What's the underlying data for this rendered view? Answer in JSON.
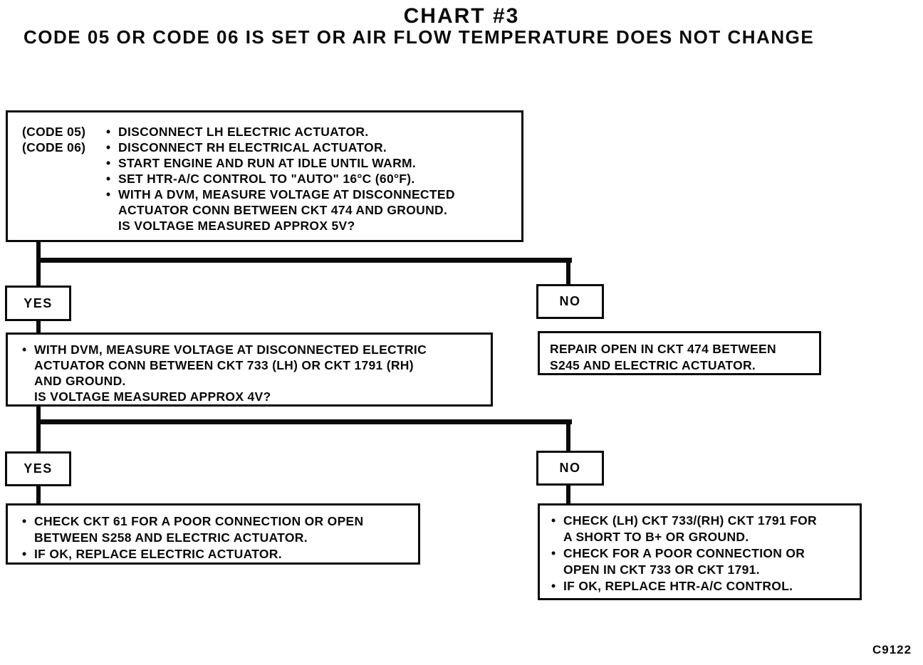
{
  "page": {
    "title": "CHART #3",
    "subtitle": "CODE 05 OR CODE 06 IS SET OR AIR FLOW TEMPERATURE DOES NOT CHANGE",
    "figure_code": "C9122"
  },
  "colors": {
    "ink": "#0a0a0a",
    "paper": "#ffffff"
  },
  "decisions": {
    "yes1": "YES",
    "no1": "NO",
    "yes2": "YES",
    "no2": "NO"
  },
  "boxes": {
    "start": {
      "lines": [
        {
          "label": "(CODE 05)",
          "bullet": "•",
          "text": "DISCONNECT LH ELECTRIC ACTUATOR."
        },
        {
          "label": "(CODE 06)",
          "bullet": "•",
          "text": "DISCONNECT RH ELECTRICAL ACTUATOR."
        },
        {
          "label": "",
          "bullet": "•",
          "text": "START ENGINE AND RUN AT IDLE UNTIL WARM."
        },
        {
          "label": "",
          "bullet": "•",
          "text": "SET HTR-A/C CONTROL TO \"AUTO\" 16°C (60°F)."
        },
        {
          "label": "",
          "bullet": "•",
          "text": "WITH A DVM, MEASURE VOLTAGE AT DISCONNECTED"
        },
        {
          "label": "",
          "bullet": "",
          "text": "ACTUATOR CONN BETWEEN CKT 474 AND GROUND."
        },
        {
          "label": "",
          "bullet": "",
          "text": "IS VOLTAGE MEASURED APPROX 5V?"
        }
      ]
    },
    "measure_4v": {
      "lines": [
        {
          "bullet": "•",
          "text": "WITH DVM, MEASURE VOLTAGE AT DISCONNECTED ELECTRIC"
        },
        {
          "bullet": "",
          "text": "ACTUATOR CONN BETWEEN CKT 733 (LH) OR CKT 1791 (RH)"
        },
        {
          "bullet": "",
          "text": "AND GROUND."
        },
        {
          "bullet": "",
          "text": "IS VOLTAGE MEASURED APPROX 4V?"
        }
      ]
    },
    "repair_ckt474": {
      "lines": [
        {
          "text": "REPAIR OPEN IN CKT 474 BETWEEN"
        },
        {
          "text": "S245 AND ELECTRIC ACTUATOR."
        }
      ]
    },
    "check_ckt61": {
      "lines": [
        {
          "bullet": "•",
          "text": "CHECK CKT 61 FOR A POOR CONNECTION OR OPEN"
        },
        {
          "bullet": "",
          "text": "BETWEEN S258 AND ELECTRIC ACTUATOR."
        },
        {
          "bullet": "•",
          "text": "IF OK, REPLACE ELECTRIC ACTUATOR."
        }
      ]
    },
    "check_ckt733": {
      "lines": [
        {
          "bullet": "•",
          "text": "CHECK (LH) CKT 733/(RH) CKT 1791 FOR"
        },
        {
          "bullet": "",
          "text": "A SHORT TO B+ OR GROUND."
        },
        {
          "bullet": "•",
          "text": "CHECK FOR A POOR CONNECTION OR"
        },
        {
          "bullet": "",
          "text": "OPEN IN CKT 733 OR CKT 1791."
        },
        {
          "bullet": "•",
          "text": "IF OK, REPLACE HTR-A/C CONTROL."
        }
      ]
    }
  }
}
